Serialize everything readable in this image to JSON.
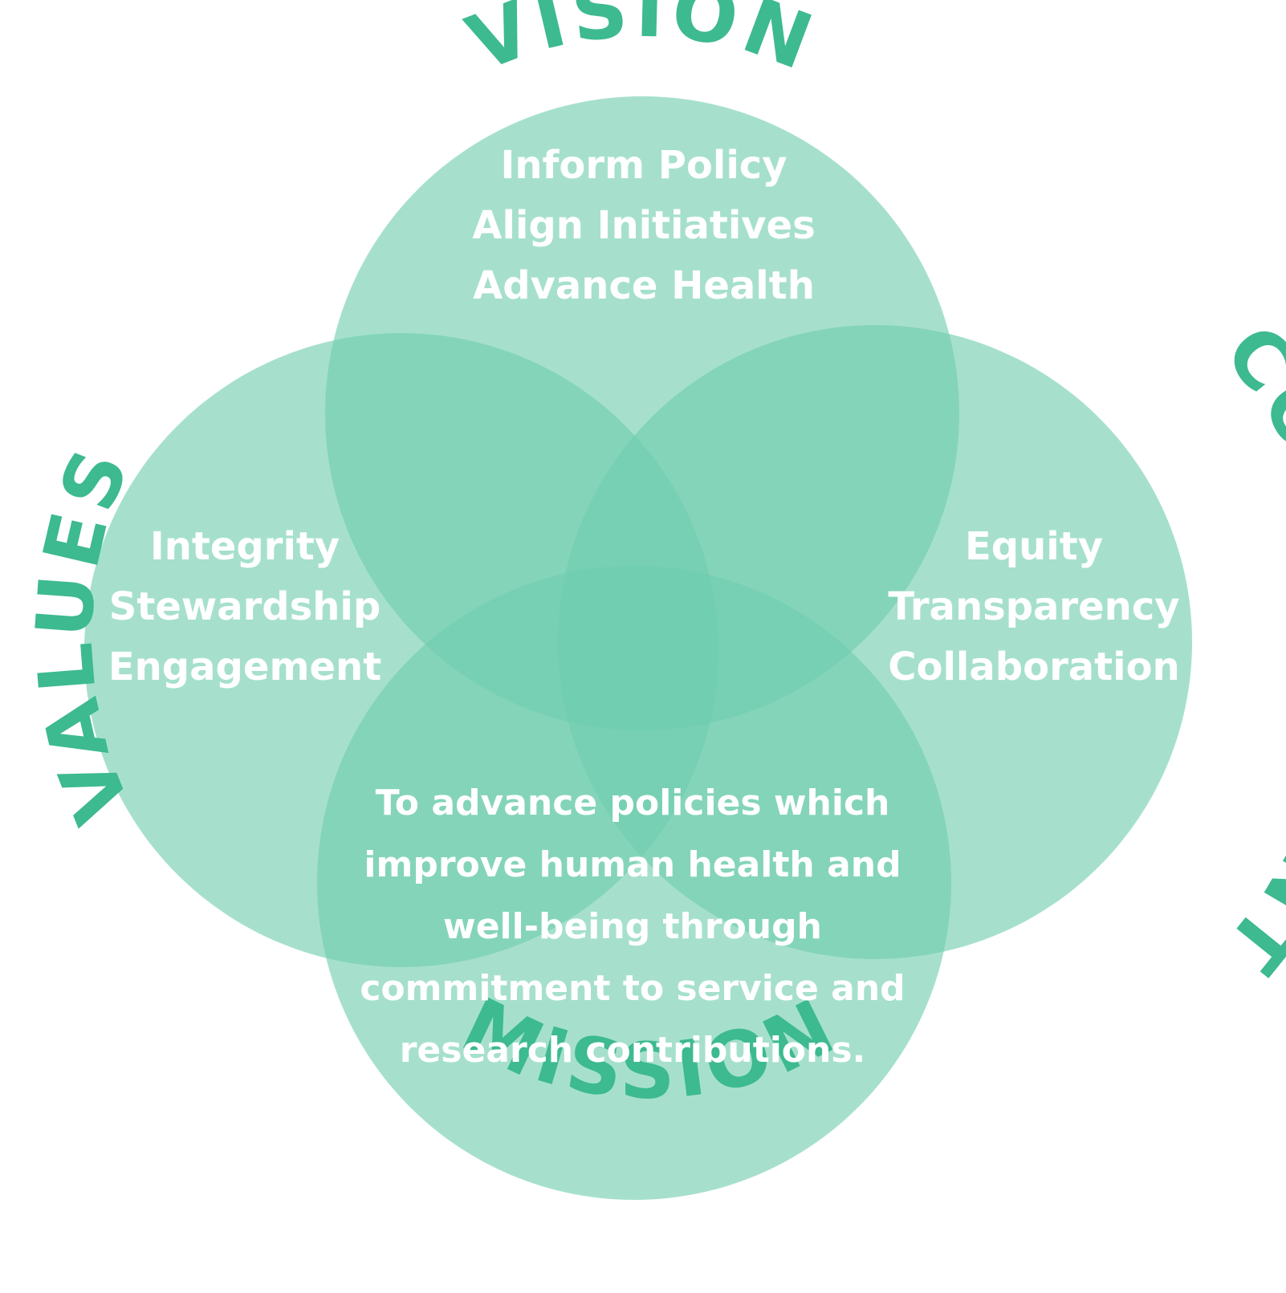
{
  "colors": {
    "circle_fill": "#6fcdae",
    "arc_label": "#3dba8f",
    "inner_text": "#ffffff",
    "background": "#ffffff"
  },
  "labels": {
    "vision": "VISION",
    "values": "VALUES",
    "commitment": "COMMITMENT",
    "mission": "MISSION"
  },
  "vision_items": [
    "Inform Policy",
    "Align Initiatives",
    "Advance Health"
  ],
  "values_items": [
    "Integrity",
    "Stewardship",
    "Engagement"
  ],
  "commitment_items": [
    "Equity",
    "Transparency",
    "Collaboration"
  ],
  "mission_lines": [
    "To advance policies which",
    "improve human health and",
    "well-being through",
    "commitment to service and",
    "research contributions."
  ]
}
